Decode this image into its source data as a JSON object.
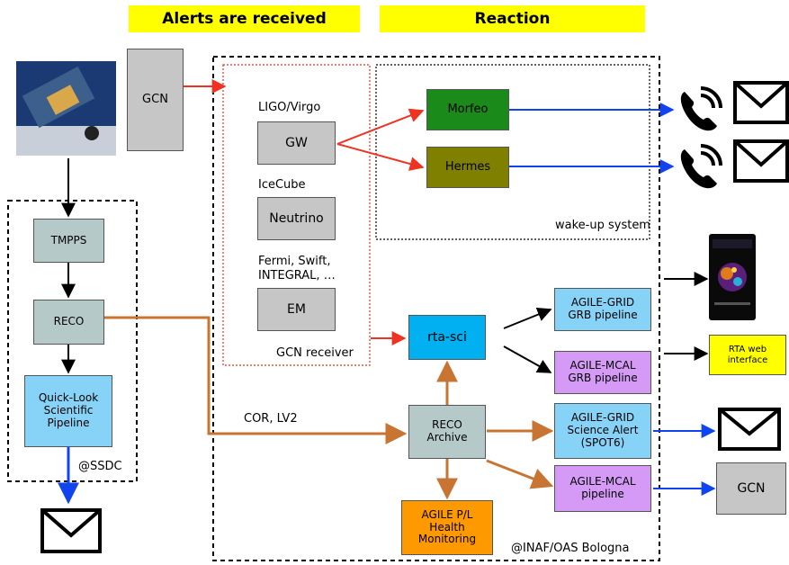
{
  "headers": {
    "received": "Alerts are received",
    "reaction": "Reaction"
  },
  "boxes": {
    "gcn_top": "GCN",
    "gw": "GW",
    "neutrino": "Neutrino",
    "em": "EM",
    "morfeo": "Morfeo",
    "hermes": "Hermes",
    "tmpps": "TMPPS",
    "reco": "RECO",
    "quicklook": "Quick-Look Scientific Pipeline",
    "rta_sci": "rta-sci",
    "reco_archive": "RECO Archive",
    "health": "AGILE P/L Health Monitoring",
    "grid_grb": "AGILE-GRID GRB pipeline",
    "mcal_grb": "AGILE-MCAL GRB pipeline",
    "grid_spot6": "AGILE-GRID Science Alert (SPOT6)",
    "mcal_pipeline": "AGILE-MCAL pipeline",
    "rta_web": "RTA web interface",
    "gcn_out": "GCN"
  },
  "labels": {
    "ligo": "LIGO/Virgo",
    "icecube": "IceCube",
    "fermi_line1": "Fermi, Swift,",
    "fermi_line2": "INTEGRAL, …",
    "gcn_receiver": "GCN receiver",
    "wakeup": "wake-up system",
    "ssdc": "@SSDC",
    "inaf": "@INAF/OAS Bologna",
    "cor_lv2": "COR, LV2"
  },
  "colors": {
    "header": "#ffff00",
    "morfeo": "#1a8a1a",
    "hermes": "#808000",
    "rta_sci": "#00b0f0",
    "health": "#ff9900",
    "rta_web": "#ffff00",
    "arrow_red": "#ee3322",
    "arrow_blue": "#1144ee",
    "arrow_orange": "#c87533"
  },
  "icons": [
    "satellite-icon",
    "phone-icon",
    "envelope-icon",
    "smartphone-app-icon"
  ]
}
